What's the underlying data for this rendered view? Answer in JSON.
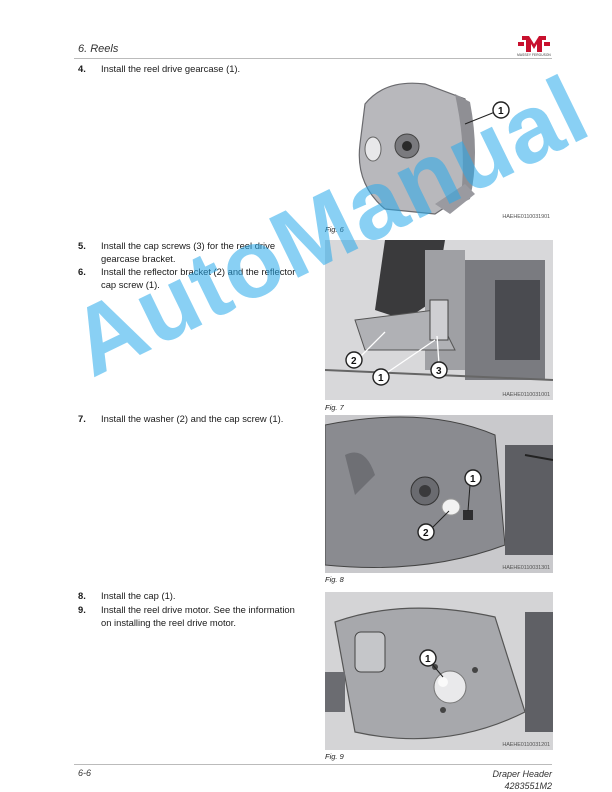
{
  "header": {
    "section": "6. Reels",
    "logo_text": "MASSEY FERGUSON"
  },
  "steps": [
    {
      "num": "4.",
      "text": "Install the reel drive gearcase (1)."
    },
    {
      "num": "5.",
      "text": "Install the cap screws (3) for the reel drive gearcase bracket."
    },
    {
      "num": "6.",
      "text": "Install the reflector bracket (2) and the reflector cap screw (1)."
    },
    {
      "num": "7.",
      "text": "Install the washer (2) and the cap screw (1)."
    },
    {
      "num": "8.",
      "text": "Install the cap (1)."
    },
    {
      "num": "9.",
      "text": "Install the reel drive motor. See the information on installing the reel drive motor."
    }
  ],
  "figures": [
    {
      "caption": "Fig. 6",
      "code": "HAEHE0110031901",
      "callouts": [
        "1"
      ]
    },
    {
      "caption": "Fig. 7",
      "code": "HAEHE0110031001",
      "callouts": [
        "2",
        "1",
        "3"
      ]
    },
    {
      "caption": "Fig. 8",
      "code": "HAEHE0110031301",
      "callouts": [
        "1",
        "2"
      ]
    },
    {
      "caption": "Fig. 9",
      "code": "HAEHE0110031201",
      "callouts": [
        "1"
      ]
    }
  ],
  "watermark": "AutoManual",
  "footer": {
    "page": "6-6",
    "title": "Draper Header",
    "doc_number": "4283551M2"
  },
  "colors": {
    "brand_red": "#c8102e",
    "watermark_blue": "#28aaeb"
  }
}
